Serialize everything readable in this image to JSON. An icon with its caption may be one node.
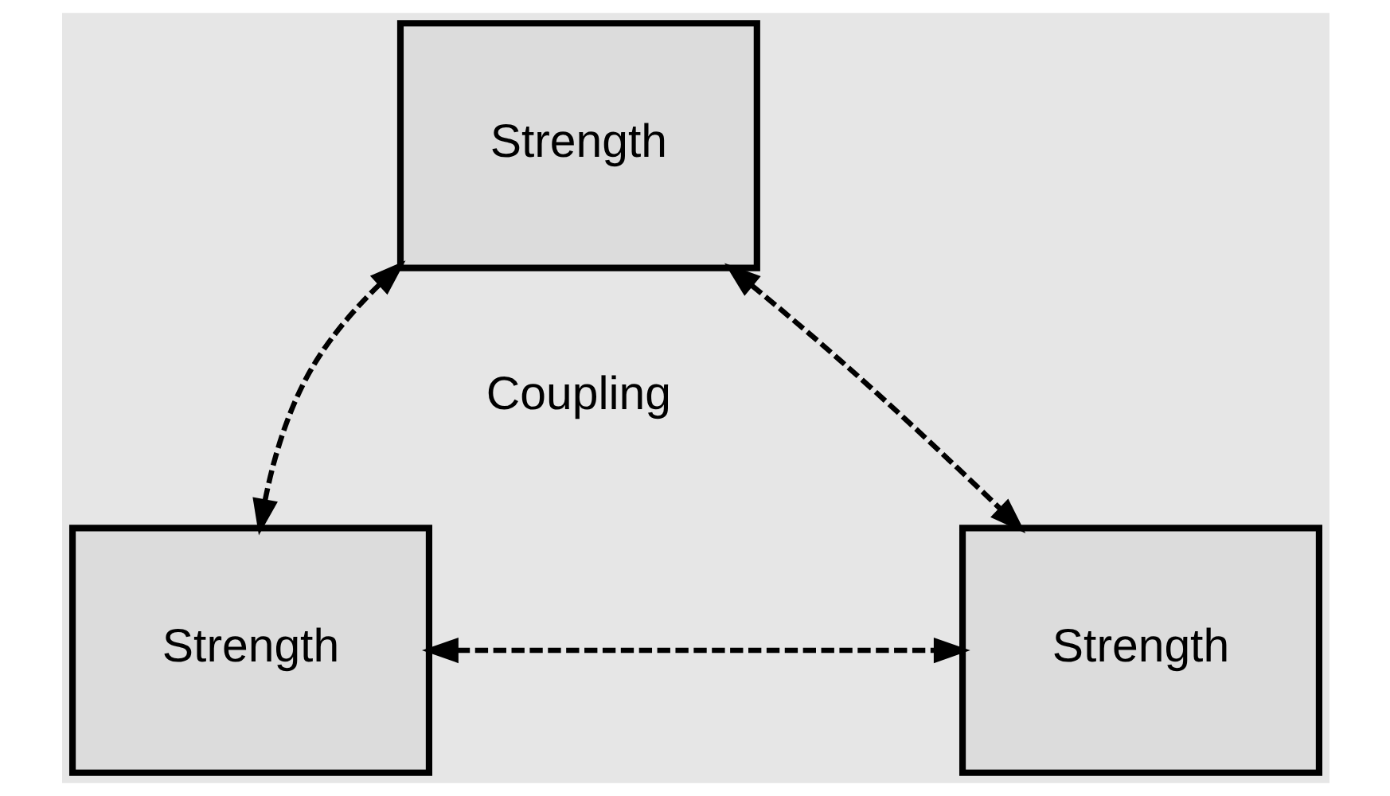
{
  "diagram": {
    "nodes": [
      {
        "text": [
          "Strength"
        ]
      },
      {
        "text": [
          "Strength"
        ]
      },
      {
        "text": [
          "Strength"
        ]
      }
    ],
    "edges": [
      {
        "from": 0,
        "to": 1,
        "arrow": "both",
        "style": "dashed"
      },
      {
        "from": 0,
        "to": 2,
        "arrow": "both",
        "style": "dashed"
      },
      {
        "from": 1,
        "to": 2,
        "arrow": "both",
        "style": "dashed"
      }
    ],
    "labels": [
      "Coupling"
    ]
  }
}
